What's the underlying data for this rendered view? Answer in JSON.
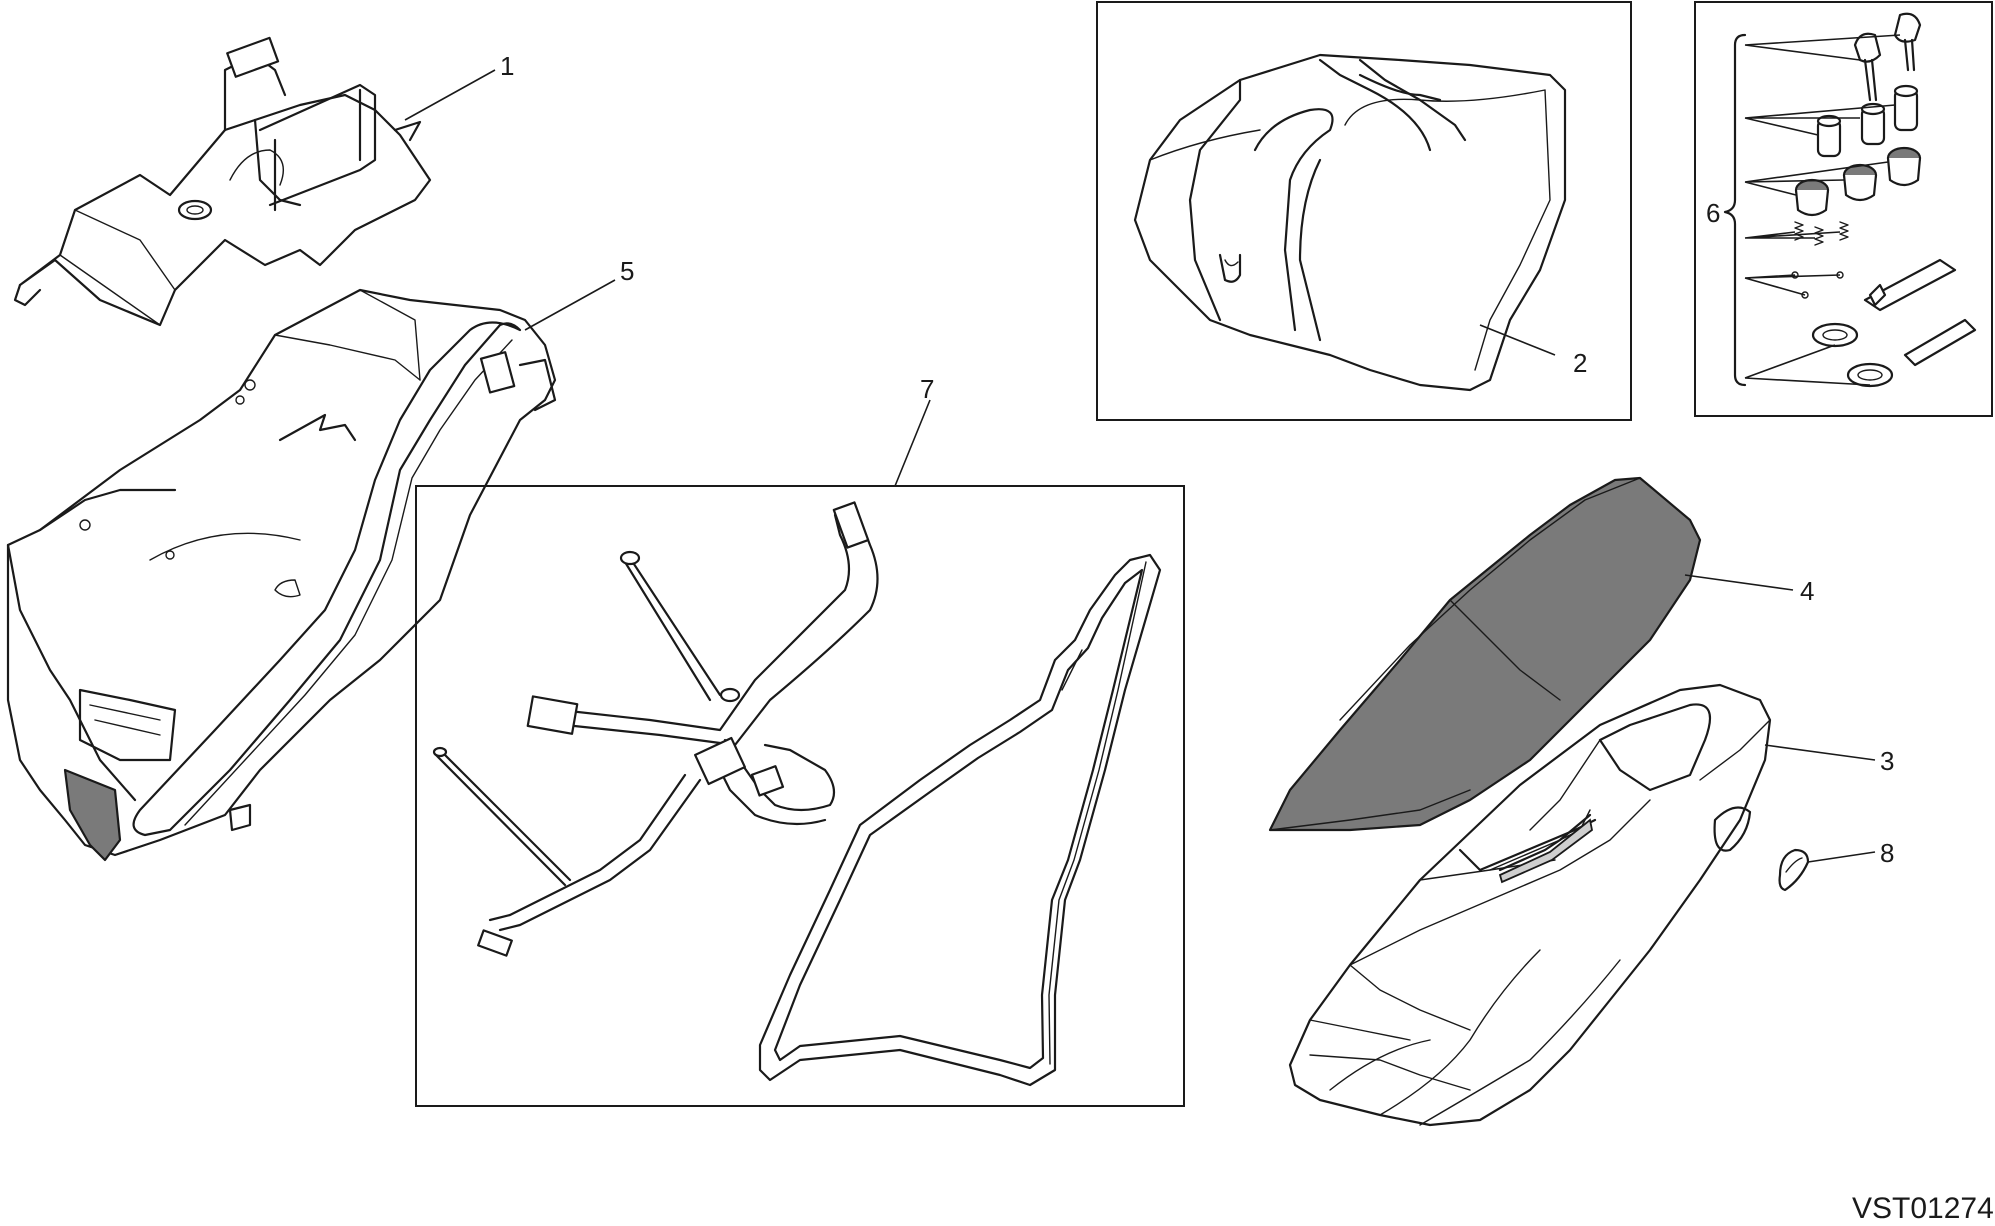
{
  "drawing_code": "VST01274",
  "callouts": [
    {
      "id": "1",
      "label": "1"
    },
    {
      "id": "2",
      "label": "2"
    },
    {
      "id": "3",
      "label": "3"
    },
    {
      "id": "4",
      "label": "4"
    },
    {
      "id": "5",
      "label": "5"
    },
    {
      "id": "6",
      "label": "6"
    },
    {
      "id": "7",
      "label": "7"
    },
    {
      "id": "8",
      "label": "8"
    }
  ]
}
